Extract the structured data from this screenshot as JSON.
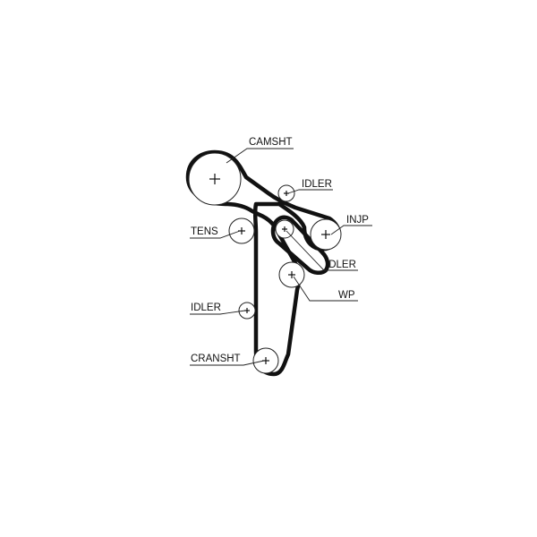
{
  "diagram": {
    "labels": {
      "camshaft": "CAMSHT",
      "idler_top": "IDLER",
      "injection_pump": "INJP",
      "tensioner": "TENS",
      "idler_mid": "IDLER",
      "water_pump": "WP",
      "idler_left": "IDLER",
      "crankshaft": "CRANSHT"
    },
    "colors": {
      "belt": "#111111",
      "line": "#222222",
      "background": "#ffffff"
    }
  }
}
